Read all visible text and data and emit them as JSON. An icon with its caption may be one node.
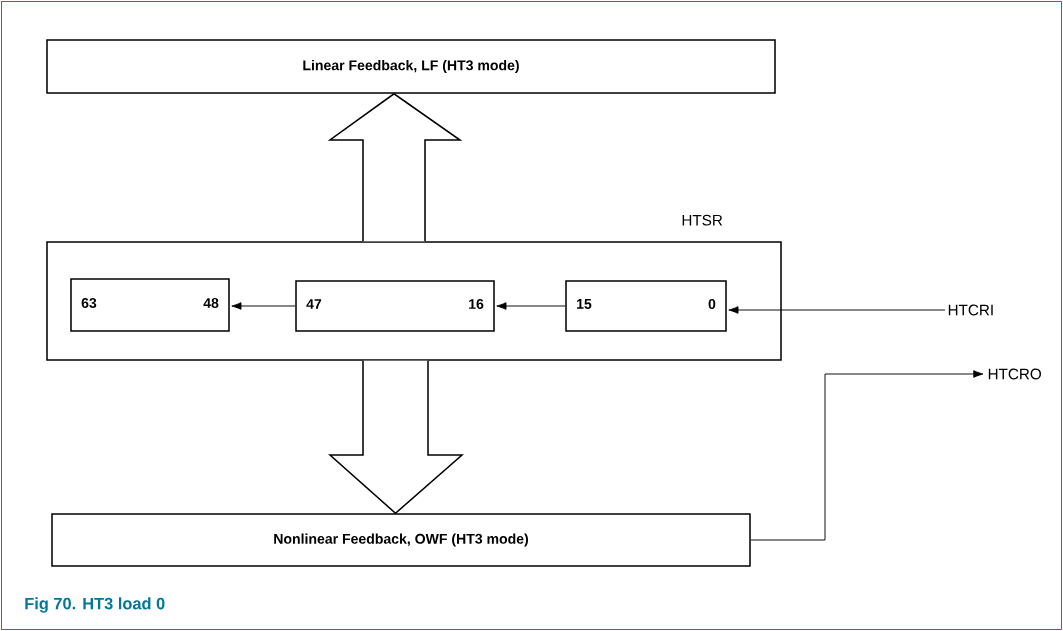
{
  "diagram": {
    "caption": "Fig 70.   HT3 load 0",
    "nodes": [
      {
        "text": [
          "Linear Feedback, LF (HT3 mode)"
        ]
      },
      {
        "text": [
          "HTSR"
        ]
      },
      {
        "text": [
          "63",
          "48"
        ],
        "in": 1
      },
      {
        "text": [
          "47",
          "16"
        ],
        "in": 1
      },
      {
        "text": [
          "15",
          "0"
        ],
        "in": 1
      },
      {
        "text": [
          "Nonlinear Feedback, OWF (HT3 mode)"
        ]
      },
      {
        "text": [
          "HTCRI"
        ]
      },
      {
        "text": [
          "HTCRO"
        ]
      }
    ],
    "edges": [
      {
        "from": 1,
        "to": 0,
        "arrow": "to",
        "style": "thick"
      },
      {
        "from": 1,
        "to": 5,
        "arrow": "to",
        "style": "thick"
      },
      {
        "from": 3,
        "to": 2,
        "arrow": "to"
      },
      {
        "from": 4,
        "to": 3,
        "arrow": "to"
      },
      {
        "from": 6,
        "to": 4,
        "arrow": "to"
      },
      {
        "from": 5,
        "to": 7,
        "arrow": "to"
      }
    ]
  }
}
